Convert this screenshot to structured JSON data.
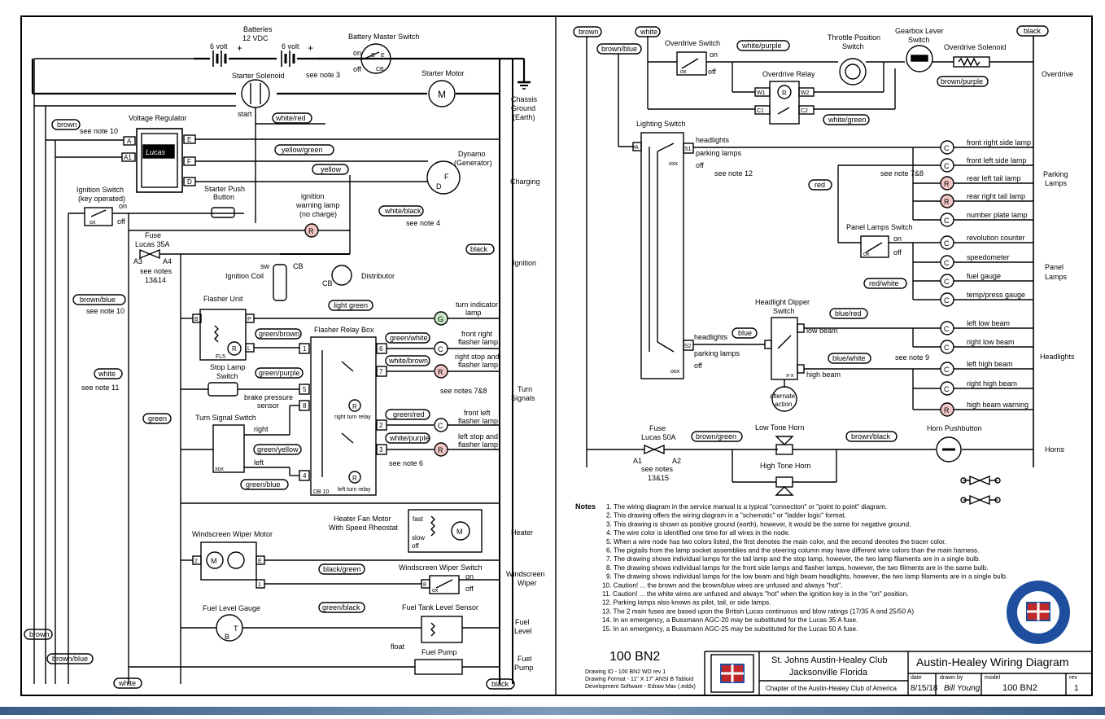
{
  "left": {
    "batteries": "Batteries",
    "batteries_v": "12 VDC",
    "six_volt_a": "6 volt",
    "six_volt_b": "6 volt",
    "see_note_3": "see note 3",
    "master_switch": "Battery Master Switch",
    "on": "on",
    "off": "off",
    "b": "B",
    "e": "E",
    "cb": "CB",
    "starter_solenoid": "Starter Solenoid",
    "start": "start",
    "starter_motor": "Starter Motor",
    "m": "M",
    "chassis": [
      "Chassis",
      "Ground",
      "(Earth)"
    ],
    "brown": "brown",
    "see_note_10": "see note 10",
    "voltage_regulator": "Voltage Regulator",
    "lucas": "Lucas",
    "A": "A",
    "A1": "A1",
    "E": "E",
    "F": "F",
    "D": "D",
    "white_red": "white/red",
    "yellow_green": "yellow/green",
    "yellow": "yellow",
    "dynamo": [
      "Dynamo",
      "(Generator)"
    ],
    "charging": "Charging",
    "ignition_switch": [
      "Ignition Switch",
      "(key operated)"
    ],
    "ox": "ox",
    "starter_push": [
      "Starter Push",
      "Button"
    ],
    "ign_lamp": [
      "ignition",
      "warning lamp",
      "(no charge)"
    ],
    "R": "R",
    "white_black": "white/black",
    "see_note_4": "see note 4",
    "fuse": "Fuse",
    "lucas_35a": "Lucas 35A",
    "A3": "A3",
    "A4": "A4",
    "see_notes_1314": [
      "see notes",
      "13&14"
    ],
    "black": "black",
    "ignition": "Ignition",
    "sw": "sw",
    "ignition_coil": "Ignition Coil",
    "distributor": "Distributor",
    "brown_blue": "brown/blue",
    "flasher_unit": "Flasher Unit",
    "B": "B",
    "P": "P",
    "L": "L",
    "FL5": "FL5",
    "light_green": "light green",
    "G": "G",
    "turn_lamp": [
      "turn indicator",
      "lamp"
    ],
    "green_brown": "green/brown",
    "flasher_relay_box": "Flasher Relay Box",
    "green_white": "green/white",
    "front_right_flasher": [
      "front right",
      "flasher lamp"
    ],
    "white_brown": "white/brown",
    "right_stop": [
      "right stop and",
      "flasher lamp"
    ],
    "C": "C",
    "see_notes_78": "see notes 7&8",
    "stop_lamp_switch": [
      "Stop Lamp",
      "Switch"
    ],
    "brake_sensor": [
      "brake pressure",
      "sensor"
    ],
    "green_purple": "green/purple",
    "right_turn_relay": "right turn relay",
    "left_turn_relay": "left turn relay",
    "db10": "DB 10",
    "white": "white",
    "see_note_11": "see note 11",
    "green": "green",
    "turn_signal_switch": "Turn Signal Switch",
    "right": "right",
    "left": "left",
    "xox": "xox",
    "green_yellow": "green/yellow",
    "green_blue": "green/blue",
    "green_red": "green/red",
    "front_left_flasher": [
      "front left",
      "flasher lamp"
    ],
    "white_purple": "white/purple",
    "left_stop": [
      "left stop and",
      "flasher lamp"
    ],
    "see_note_6": "see note 6",
    "turn_signals": [
      "Turn",
      "Signals"
    ],
    "heater_motor": [
      "Heater Fan Motor",
      "With Speed Rheostat"
    ],
    "fast": "fast",
    "slow": "slow",
    "heater": "Heater",
    "wiper_motor": "Windscreen Wiper Motor",
    "black_green": "black/green",
    "wiper_switch": "Windscreen Wiper Switch",
    "windscreen_wiper": [
      "Windscreen",
      "Wiper"
    ],
    "fuel_gauge": "Fuel Level Gauge",
    "green_black": "green/black",
    "fuel_sensor": "Fuel Tank Level Sensor",
    "T": "T",
    "float": "float",
    "fuel_level": [
      "Fuel",
      "Level"
    ],
    "fuel_pump": "Fuel Pump",
    "fuel_pump_side": [
      "Fuel",
      "Pump"
    ],
    "n2": "2",
    "n1": "1",
    "n8": "8",
    "n4": "4",
    "n5": "5",
    "n6": "6",
    "n7": "7",
    "n3": "3"
  },
  "right": {
    "brown": "brown",
    "white": "white",
    "brown_blue": "brown/blue",
    "overdrive_switch": "Overdrive Switch",
    "on": "on",
    "off": "off",
    "ox": "ox",
    "white_purple": "white/purple",
    "throttle": [
      "Throttle Position",
      "Switch"
    ],
    "gearbox": [
      "Gearbox Lever",
      "Switch"
    ],
    "black": "black",
    "overdrive_solenoid": "Overdrive Solenoid",
    "brown_purple": "brown/purple",
    "overdrive": "Overdrive",
    "overdrive_relay": "Overdrive Relay",
    "W1": "W1",
    "W2": "W2",
    "C1": "C1",
    "C2": "C2",
    "R": "R",
    "C": "C",
    "white_green": "white/green",
    "lighting_switch": "Lighting  Switch",
    "headlights": "headlights",
    "parking_lamps": "parking lamps",
    "oxx": "oxx",
    "oox": "oox",
    "A": "A",
    "S1": "S1",
    "S2": "S2",
    "see_note_12": "see note 12",
    "red": "red",
    "see_note_78": "see note 7&8",
    "parking_lamp_labels": [
      "front right side lamp",
      "front left side lamp",
      "rear left tail lamp",
      "rear right tail lamp",
      "number plate lamp"
    ],
    "parking_lamps_side": [
      "Parking",
      "Lamps"
    ],
    "panel_lamps_switch": "Panel Lamps Switch",
    "panel_lamp_labels": [
      "revolution counter",
      "speedometer",
      "fuel gauge",
      "temp/press gauge"
    ],
    "red_white": "red/white",
    "panel_lamps_side": [
      "Panel",
      "Lamps"
    ],
    "dipper": [
      "Headlight Dipper",
      "Switch"
    ],
    "blue": "blue",
    "blue_red": "blue/red",
    "blue_white": "blue/white",
    "low_beam": "low beam",
    "high_beam": "high beam",
    "xx": "x-x",
    "see_note_9": "see note 9",
    "headlight_lamp_labels": [
      "left low beam",
      "right low beam",
      "left high beam",
      "right high beam",
      "high beam warning"
    ],
    "headlights_side": "Headlights",
    "alternate_action": [
      "alternate",
      "action"
    ],
    "fuse": "Fuse",
    "lucas_50a": "Lucas 50A",
    "A1": "A1",
    "A2": "A2",
    "see_notes_1315": [
      "see notes",
      "13&15"
    ],
    "brown_green": "brown/green",
    "low_tone_horn": "Low Tone Horn",
    "high_tone_horn": "High Tone Horn",
    "brown_black": "brown/black",
    "horn_pushbutton": "Horn Pushbutton",
    "horns": "Horns"
  },
  "notes": {
    "heading": "Notes",
    "items": [
      "1. The wiring diagram in the service manual is a typical \"connection\" or \"point to point\" diagram.",
      "2. This drawing offers the wiring diagram in a \"schematic\" or \"ladder logic\" format.",
      "3. This drawing is shown as positive ground (earth), however, it would be the same for negative ground.",
      "4. The wire color is identified one time for all wires in the node.",
      "5. When a wire node has two colors listed, the first denotes the main color, and the second denotes the tracer color.",
      "6. The pigtails from the lamp socket assemblies and the steering column may have different wire colors than the main harness.",
      "7. The drawing shows individual lamps for the tail lamp and the stop lamp, however, the two lamp filaments are in a single bulb.",
      "8. The drawing shows individual lamps for the front side lamps and flasher lamps, however, the two filiments are in the same bulb.",
      "9. The drawing shows individual lamps for the low beam and high beam headlights, however, the two lamp filaments are in a single bulb.",
      "10. Caution! ... the brown and the brown/blue wires are unfused and always \"hot\".",
      "11. Caution! ... the white wires are unfused and always \"hot\" when the ignition key is in the \"on\" position.",
      "12. Parking lamps also known as pilot, tail, or side lamps.",
      "13. The 2 main fuses are based upon the British Lucas continuous and blow ratings (17/35 A and 25/50 A)",
      "14. In an emergency, a Bussmann AGC-20 may be substituted for the Lucas 35 A fuse.",
      "15. In an emergency, a Bussmann AGC-25 may be substituted for the Lucas 50 A fuse."
    ]
  },
  "title_block": {
    "model_big": "100 BN2",
    "drawing_id": "Drawing ID - 100 BN2  WD rev 1",
    "drawing_format": "Drawing Format - 11\" X 17\" ANSI  B Tabloid",
    "dev_software": "Development Software - Edraw Max  (.eddx)",
    "club_line1": "St. Johns Austin-Healey Club",
    "club_line2": "Jacksonville Florida",
    "chapter": "Chapter of the Austin-Healey Club of America",
    "diagram_title": "Austin-Healey Wiring Diagram",
    "date_label": "date",
    "date_value": "8/15/18",
    "drawn_label": "drawn by",
    "drawn_value": "Bill Young",
    "model_label": "model",
    "model_value": "100  BN2",
    "rev_label": "rev",
    "rev_value": "1"
  },
  "colors": {
    "wire": "#000000",
    "lamp_fill": "#f3c6c6",
    "lamp_green": "#c9e8c9",
    "seal_blue": "#1f4e9e",
    "seal_red": "#c0282b"
  }
}
